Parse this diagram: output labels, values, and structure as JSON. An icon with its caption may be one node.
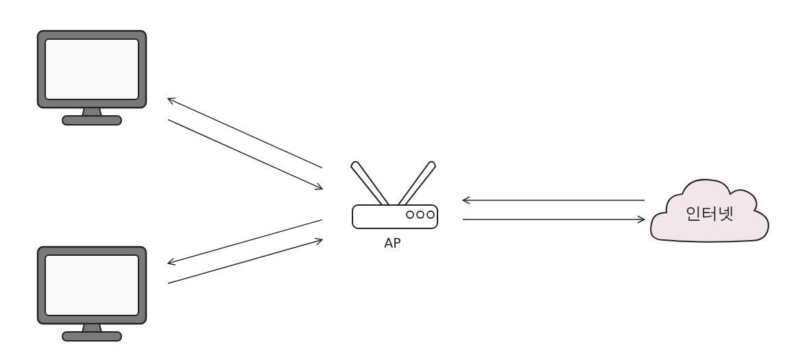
{
  "diagram": {
    "nodes": [
      {
        "text": [],
        "shape": "monitor"
      },
      {
        "text": [],
        "shape": "monitor"
      },
      {
        "text": [
          "AP"
        ]
      },
      {
        "text": [
          "인터넷"
        ]
      }
    ],
    "edges": [
      {
        "from": 0,
        "to": 2,
        "arrow": "to"
      },
      {
        "from": 2,
        "to": 0,
        "arrow": "to"
      },
      {
        "from": 1,
        "to": 2,
        "arrow": "to"
      },
      {
        "from": 2,
        "to": 1,
        "arrow": "to"
      },
      {
        "from": 2,
        "to": 3,
        "arrow": "to"
      },
      {
        "from": 3,
        "to": 2,
        "arrow": "to"
      }
    ]
  }
}
